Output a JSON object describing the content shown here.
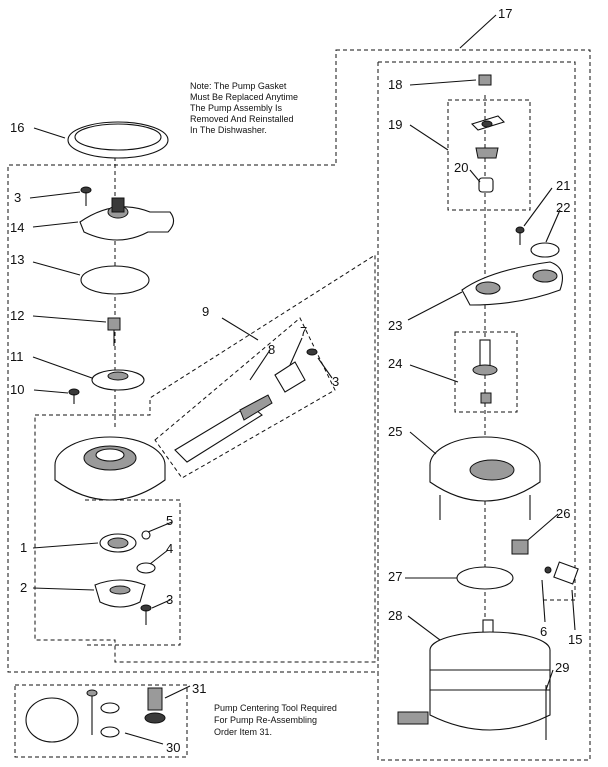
{
  "notes": {
    "gasket_note": [
      "Note: The Pump Gasket",
      "Must Be Replaced Anytime",
      "The Pump Assembly Is",
      "Removed And Reinstalled",
      "In The Dishwasher."
    ],
    "tool_note": [
      "Pump Centering Tool Required",
      "For Pump Re-Assembling",
      "Order Item 31."
    ]
  },
  "callouts": {
    "c1": "1",
    "c2": "2",
    "c3a": "3",
    "c3b": "3",
    "c3c": "3",
    "c4": "4",
    "c5": "5",
    "c6": "6",
    "c7": "7",
    "c8": "8",
    "c9": "9",
    "c10": "10",
    "c11": "11",
    "c12": "12",
    "c13": "13",
    "c14": "14",
    "c15": "15",
    "c16": "16",
    "c17": "17",
    "c18": "18",
    "c19": "19",
    "c20": "20",
    "c21": "21",
    "c22": "22",
    "c23": "23",
    "c24": "24",
    "c25": "25",
    "c26": "26",
    "c27": "27",
    "c28": "28",
    "c29": "29",
    "c30": "30",
    "c31": "31"
  }
}
